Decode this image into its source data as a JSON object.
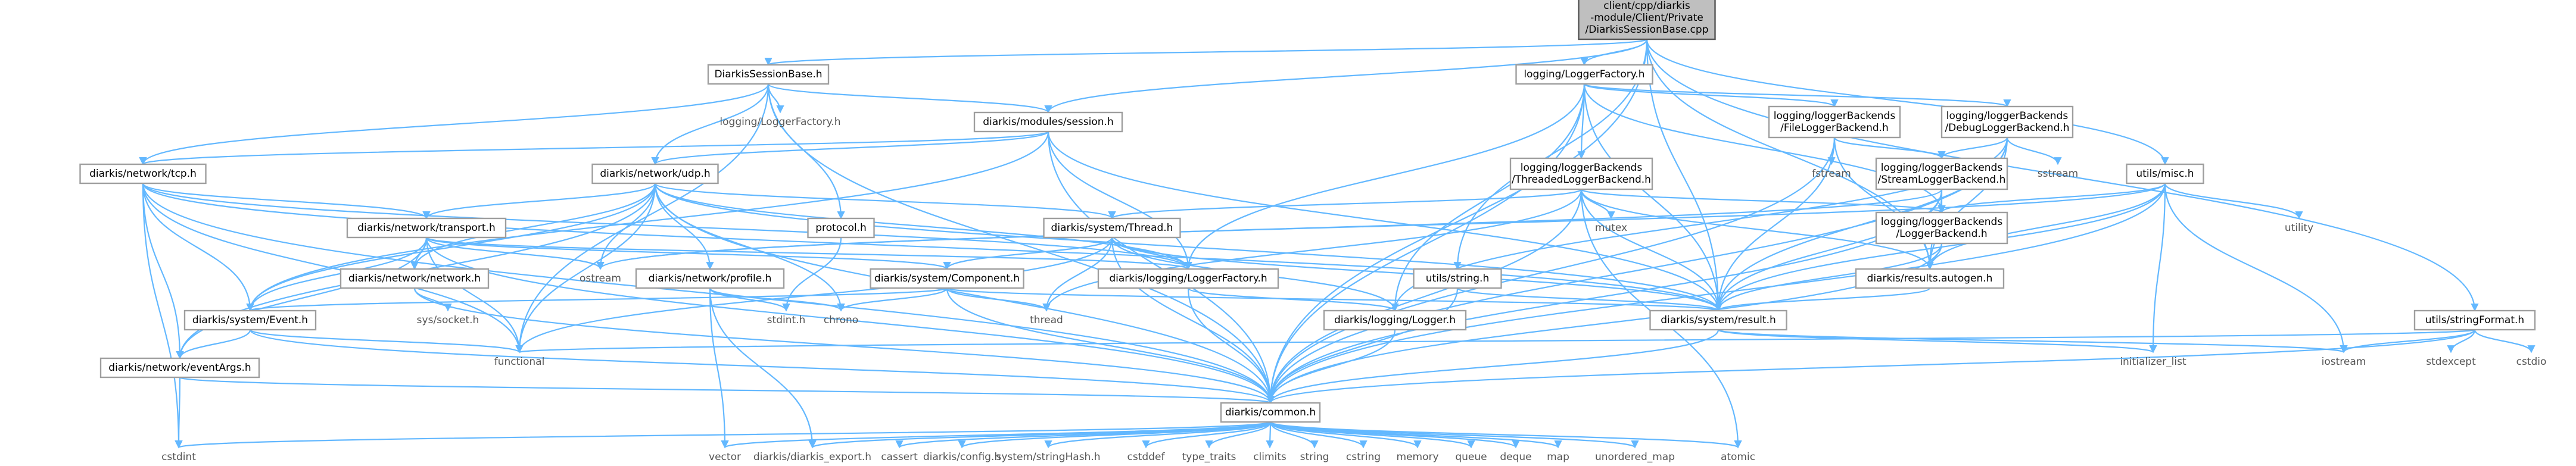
{
  "graph": {
    "edge_color": "#63b8ff",
    "root_fill": "#bfbfbf",
    "nodes": [
      {
        "id": "root",
        "lines": [
          "client/cpp/diarkis",
          "-module/Client/Private",
          "/DiarkisSessionBase.cpp"
        ],
        "kind": "root"
      },
      {
        "id": "dsbh",
        "lines": [
          "DiarkisSessionBase.h"
        ],
        "kind": "box"
      },
      {
        "id": "lfh",
        "lines": [
          "logging/LoggerFactory.h"
        ],
        "kind": "box"
      },
      {
        "id": "misc",
        "lines": [
          "utils/misc.h"
        ],
        "kind": "box"
      },
      {
        "id": "strfmt",
        "lines": [
          "utils/stringFormat.h"
        ],
        "kind": "box"
      },
      {
        "id": "session",
        "lines": [
          "diarkis/modules/session.h"
        ],
        "kind": "box"
      },
      {
        "id": "lf_plain",
        "lines": [
          "logging/LoggerFactory.h"
        ],
        "kind": "plain"
      },
      {
        "id": "filelog",
        "lines": [
          "logging/loggerBackends",
          "/FileLoggerBackend.h"
        ],
        "kind": "box"
      },
      {
        "id": "debuglog",
        "lines": [
          "logging/loggerBackends",
          "/DebugLoggerBackend.h"
        ],
        "kind": "box"
      },
      {
        "id": "tcp",
        "lines": [
          "diarkis/network/tcp.h"
        ],
        "kind": "box"
      },
      {
        "id": "udp",
        "lines": [
          "diarkis/network/udp.h"
        ],
        "kind": "box"
      },
      {
        "id": "threaded",
        "lines": [
          "logging/loggerBackends",
          "/ThreadedLoggerBackend.h"
        ],
        "kind": "box"
      },
      {
        "id": "streamlog",
        "lines": [
          "logging/loggerBackends",
          "/StreamLoggerBackend.h"
        ],
        "kind": "box"
      },
      {
        "id": "fstream",
        "lines": [
          "fstream"
        ],
        "kind": "plain"
      },
      {
        "id": "sstream",
        "lines": [
          "sstream"
        ],
        "kind": "plain"
      },
      {
        "id": "utility",
        "lines": [
          "utility"
        ],
        "kind": "plain"
      },
      {
        "id": "protocol",
        "lines": [
          "protocol.h"
        ],
        "kind": "box"
      },
      {
        "id": "thread",
        "lines": [
          "diarkis/system/Thread.h"
        ],
        "kind": "box"
      },
      {
        "id": "loggerbackend",
        "lines": [
          "logging/loggerBackends",
          "/LoggerBackend.h"
        ],
        "kind": "box"
      },
      {
        "id": "mutex",
        "lines": [
          "mutex"
        ],
        "kind": "plain"
      },
      {
        "id": "transport",
        "lines": [
          "diarkis/network/transport.h"
        ],
        "kind": "box"
      },
      {
        "id": "ostream",
        "lines": [
          "ostream"
        ],
        "kind": "plain"
      },
      {
        "id": "component",
        "lines": [
          "diarkis/system/Component.h"
        ],
        "kind": "box"
      },
      {
        "id": "loggerfactory2",
        "lines": [
          "diarkis/logging/LoggerFactory.h"
        ],
        "kind": "box"
      },
      {
        "id": "string",
        "lines": [
          "utils/string.h"
        ],
        "kind": "box"
      },
      {
        "id": "autogen",
        "lines": [
          "diarkis/results.autogen.h"
        ],
        "kind": "box"
      },
      {
        "id": "network",
        "lines": [
          "diarkis/network/network.h"
        ],
        "kind": "box"
      },
      {
        "id": "profile",
        "lines": [
          "diarkis/network/profile.h"
        ],
        "kind": "box"
      },
      {
        "id": "syssocket",
        "lines": [
          "sys/socket.h"
        ],
        "kind": "plain"
      },
      {
        "id": "stdinth",
        "lines": [
          "stdint.h"
        ],
        "kind": "plain"
      },
      {
        "id": "chrono",
        "lines": [
          "chrono"
        ],
        "kind": "plain"
      },
      {
        "id": "threadstd",
        "lines": [
          "thread"
        ],
        "kind": "plain"
      },
      {
        "id": "logger",
        "lines": [
          "diarkis/logging/Logger.h"
        ],
        "kind": "box"
      },
      {
        "id": "result",
        "lines": [
          "diarkis/system/result.h"
        ],
        "kind": "box"
      },
      {
        "id": "event",
        "lines": [
          "diarkis/system/Event.h"
        ],
        "kind": "box"
      },
      {
        "id": "functional",
        "lines": [
          "functional"
        ],
        "kind": "plain"
      },
      {
        "id": "eventargs",
        "lines": [
          "diarkis/network/eventArgs.h"
        ],
        "kind": "box"
      },
      {
        "id": "initlist",
        "lines": [
          "initializer_list"
        ],
        "kind": "plain"
      },
      {
        "id": "iostream",
        "lines": [
          "iostream"
        ],
        "kind": "plain"
      },
      {
        "id": "stdexcept",
        "lines": [
          "stdexcept"
        ],
        "kind": "plain"
      },
      {
        "id": "cstdio",
        "lines": [
          "cstdio"
        ],
        "kind": "plain"
      },
      {
        "id": "common",
        "lines": [
          "diarkis/common.h"
        ],
        "kind": "box"
      },
      {
        "id": "cstdint",
        "lines": [
          "cstdint"
        ],
        "kind": "plain"
      },
      {
        "id": "vector",
        "lines": [
          "vector"
        ],
        "kind": "plain"
      },
      {
        "id": "export",
        "lines": [
          "diarkis/diarkis_export.h"
        ],
        "kind": "plain"
      },
      {
        "id": "cassert",
        "lines": [
          "cassert"
        ],
        "kind": "plain"
      },
      {
        "id": "config",
        "lines": [
          "diarkis/config.h"
        ],
        "kind": "plain"
      },
      {
        "id": "strhash",
        "lines": [
          "system/stringHash.h"
        ],
        "kind": "plain"
      },
      {
        "id": "cstddef",
        "lines": [
          "cstddef"
        ],
        "kind": "plain"
      },
      {
        "id": "typetraits",
        "lines": [
          "type_traits"
        ],
        "kind": "plain"
      },
      {
        "id": "climits",
        "lines": [
          "climits"
        ],
        "kind": "plain"
      },
      {
        "id": "stringstd",
        "lines": [
          "string"
        ],
        "kind": "plain"
      },
      {
        "id": "cstring",
        "lines": [
          "cstring"
        ],
        "kind": "plain"
      },
      {
        "id": "memory",
        "lines": [
          "memory"
        ],
        "kind": "plain"
      },
      {
        "id": "queue",
        "lines": [
          "queue"
        ],
        "kind": "plain"
      },
      {
        "id": "deque",
        "lines": [
          "deque"
        ],
        "kind": "plain"
      },
      {
        "id": "map",
        "lines": [
          "map"
        ],
        "kind": "plain"
      },
      {
        "id": "umap",
        "lines": [
          "unordered_map"
        ],
        "kind": "plain"
      },
      {
        "id": "atomic",
        "lines": [
          "atomic"
        ],
        "kind": "plain"
      }
    ],
    "edges": [
      [
        "root",
        "dsbh"
      ],
      [
        "root",
        "lfh"
      ],
      [
        "root",
        "session"
      ],
      [
        "root",
        "misc"
      ],
      [
        "root",
        "strfmt"
      ],
      [
        "root",
        "result"
      ],
      [
        "root",
        "common"
      ],
      [
        "root",
        "string"
      ],
      [
        "root",
        "autogen"
      ],
      [
        "dsbh",
        "session"
      ],
      [
        "dsbh",
        "lf_plain"
      ],
      [
        "dsbh",
        "tcp"
      ],
      [
        "dsbh",
        "udp"
      ],
      [
        "dsbh",
        "protocol"
      ],
      [
        "dsbh",
        "common"
      ],
      [
        "dsbh",
        "functional"
      ],
      [
        "lfh",
        "filelog"
      ],
      [
        "lfh",
        "debuglog"
      ],
      [
        "lfh",
        "threaded"
      ],
      [
        "lfh",
        "loggerbackend"
      ],
      [
        "lfh",
        "loggerfactory2"
      ],
      [
        "lfh",
        "logger"
      ],
      [
        "lfh",
        "common"
      ],
      [
        "lfh",
        "result"
      ],
      [
        "session",
        "tcp"
      ],
      [
        "session",
        "udp"
      ],
      [
        "session",
        "loggerfactory2"
      ],
      [
        "session",
        "event"
      ],
      [
        "session",
        "result"
      ],
      [
        "session",
        "common"
      ],
      [
        "filelog",
        "fstream"
      ],
      [
        "filelog",
        "streamlog"
      ],
      [
        "filelog",
        "autogen"
      ],
      [
        "filelog",
        "result"
      ],
      [
        "filelog",
        "common"
      ],
      [
        "debuglog",
        "streamlog"
      ],
      [
        "debuglog",
        "sstream"
      ],
      [
        "debuglog",
        "autogen"
      ],
      [
        "debuglog",
        "logger"
      ],
      [
        "debuglog",
        "result"
      ],
      [
        "debuglog",
        "common"
      ],
      [
        "misc",
        "loggerbackend"
      ],
      [
        "misc",
        "utility"
      ],
      [
        "misc",
        "iostream"
      ],
      [
        "misc",
        "initlist"
      ],
      [
        "misc",
        "result"
      ],
      [
        "misc",
        "autogen"
      ],
      [
        "misc",
        "common"
      ],
      [
        "misc",
        "ostream"
      ],
      [
        "strfmt",
        "functional"
      ],
      [
        "strfmt",
        "iostream"
      ],
      [
        "strfmt",
        "stdexcept"
      ],
      [
        "strfmt",
        "cstdio"
      ],
      [
        "strfmt",
        "common"
      ],
      [
        "tcp",
        "transport"
      ],
      [
        "tcp",
        "event"
      ],
      [
        "tcp",
        "eventargs"
      ],
      [
        "tcp",
        "functional"
      ],
      [
        "tcp",
        "loggerfactory2"
      ],
      [
        "tcp",
        "cstdint"
      ],
      [
        "tcp",
        "common"
      ],
      [
        "tcp",
        "result"
      ],
      [
        "udp",
        "transport"
      ],
      [
        "udp",
        "network"
      ],
      [
        "udp",
        "profile"
      ],
      [
        "udp",
        "thread"
      ],
      [
        "udp",
        "ostream"
      ],
      [
        "udp",
        "event"
      ],
      [
        "udp",
        "eventargs"
      ],
      [
        "udp",
        "functional"
      ],
      [
        "udp",
        "loggerfactory2"
      ],
      [
        "udp",
        "result"
      ],
      [
        "udp",
        "common"
      ],
      [
        "udp",
        "chrono"
      ],
      [
        "threaded",
        "loggerbackend"
      ],
      [
        "threaded",
        "thread"
      ],
      [
        "threaded",
        "mutex"
      ],
      [
        "threaded",
        "threadstd"
      ],
      [
        "threaded",
        "result"
      ],
      [
        "threaded",
        "autogen"
      ],
      [
        "threaded",
        "common"
      ],
      [
        "threaded",
        "atomic"
      ],
      [
        "streamlog",
        "loggerbackend"
      ],
      [
        "streamlog",
        "ostream"
      ],
      [
        "streamlog",
        "result"
      ],
      [
        "streamlog",
        "autogen"
      ],
      [
        "streamlog",
        "common"
      ],
      [
        "protocol",
        "stdinth"
      ],
      [
        "thread",
        "component"
      ],
      [
        "thread",
        "loggerfactory2"
      ],
      [
        "thread",
        "logger"
      ],
      [
        "thread",
        "threadstd"
      ],
      [
        "thread",
        "functional"
      ],
      [
        "thread",
        "result"
      ],
      [
        "thread",
        "common"
      ],
      [
        "loggerbackend",
        "autogen"
      ],
      [
        "loggerbackend",
        "result"
      ],
      [
        "loggerbackend",
        "common"
      ],
      [
        "transport",
        "network"
      ],
      [
        "transport",
        "component"
      ],
      [
        "transport",
        "event"
      ],
      [
        "transport",
        "eventargs"
      ],
      [
        "transport",
        "ostream"
      ],
      [
        "transport",
        "functional"
      ],
      [
        "transport",
        "loggerfactory2"
      ],
      [
        "transport",
        "common"
      ],
      [
        "component",
        "threadstd"
      ],
      [
        "component",
        "chrono"
      ],
      [
        "component",
        "result"
      ],
      [
        "component",
        "common"
      ],
      [
        "component",
        "event"
      ],
      [
        "loggerfactory2",
        "logger"
      ],
      [
        "loggerfactory2",
        "common"
      ],
      [
        "string",
        "result"
      ],
      [
        "string",
        "common"
      ],
      [
        "autogen",
        "result"
      ],
      [
        "network",
        "syssocket"
      ],
      [
        "network",
        "common"
      ],
      [
        "profile",
        "stdinth"
      ],
      [
        "profile",
        "chrono"
      ],
      [
        "profile",
        "vector"
      ],
      [
        "profile",
        "export"
      ],
      [
        "logger",
        "common"
      ],
      [
        "result",
        "common"
      ],
      [
        "result",
        "initlist"
      ],
      [
        "result",
        "iostream"
      ],
      [
        "event",
        "functional"
      ],
      [
        "event",
        "eventargs"
      ],
      [
        "event",
        "common"
      ],
      [
        "eventargs",
        "cstdint"
      ],
      [
        "eventargs",
        "common"
      ],
      [
        "common",
        "cstdint"
      ],
      [
        "common",
        "vector"
      ],
      [
        "common",
        "export"
      ],
      [
        "common",
        "cassert"
      ],
      [
        "common",
        "config"
      ],
      [
        "common",
        "strhash"
      ],
      [
        "common",
        "cstddef"
      ],
      [
        "common",
        "typetraits"
      ],
      [
        "common",
        "climits"
      ],
      [
        "common",
        "stringstd"
      ],
      [
        "common",
        "cstring"
      ],
      [
        "common",
        "memory"
      ],
      [
        "common",
        "queue"
      ],
      [
        "common",
        "deque"
      ],
      [
        "common",
        "map"
      ],
      [
        "common",
        "umap"
      ],
      [
        "common",
        "atomic"
      ]
    ]
  }
}
